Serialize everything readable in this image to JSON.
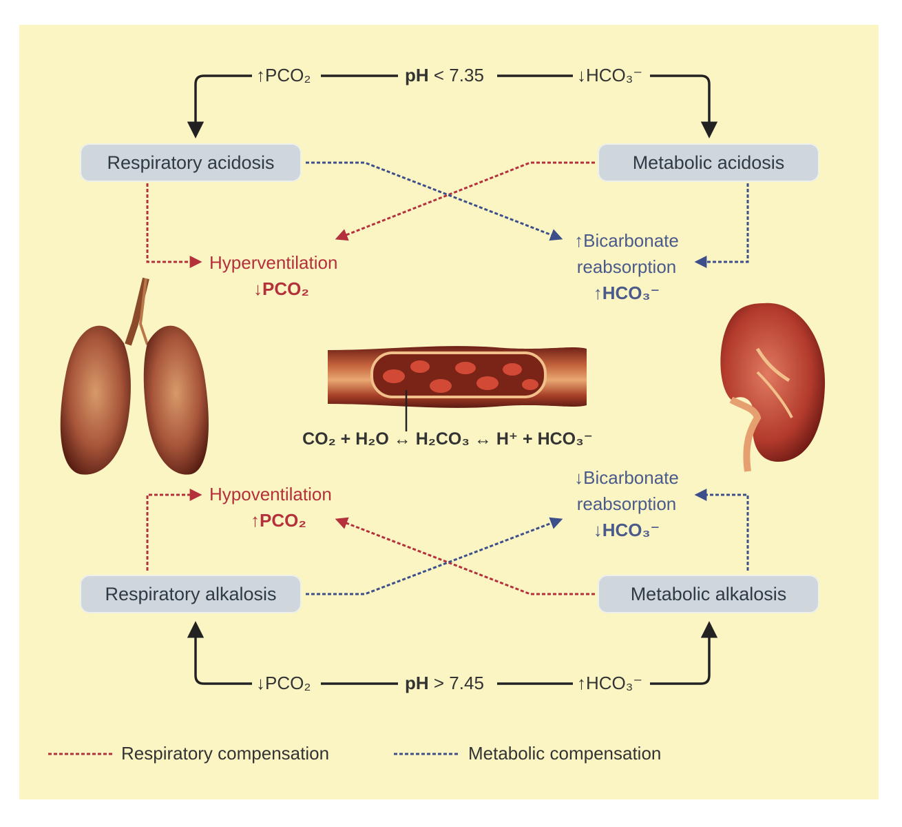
{
  "top_bar": {
    "left": "↑PCO₂",
    "center_bold": "pH",
    "center_rest": " < 7.35",
    "right": "↓HCO₃⁻"
  },
  "bottom_bar": {
    "left": "↓PCO₂",
    "center_bold": "pH",
    "center_rest": " > 7.45",
    "right": "↑HCO₃⁻"
  },
  "boxes": {
    "resp_acidosis": "Respiratory acidosis",
    "metab_acidosis": "Metabolic acidosis",
    "resp_alkalosis": "Respiratory alkalosis",
    "metab_alkalosis": "Metabolic alkalosis"
  },
  "hyperventilation": {
    "line1": "Hyperventilation",
    "line2": "↓PCO₂"
  },
  "hypoventilation": {
    "line1": "Hypoventilation",
    "line2": "↑PCO₂"
  },
  "bicarb_up": {
    "line1": "↑Bicarbonate",
    "line2": "reabsorption",
    "line3": "↑HCO₃⁻"
  },
  "bicarb_down": {
    "line1": "↓Bicarbonate",
    "line2": "reabsorption",
    "line3": "↓HCO₃⁻"
  },
  "equation": "CO₂ + H₂O ↔ H₂CO₃ ↔ H⁺ + HCO₃⁻",
  "legend": {
    "respiratory": "Respiratory compensation",
    "metabolic": "Metabolic compensation"
  },
  "colors": {
    "background": "#fbf5c4",
    "box": "#cfd6dc",
    "respiratory": "#b4303a",
    "metabolic": "#3d4f8a"
  },
  "icons": [
    "lungs-illustration",
    "blood-vessel-illustration",
    "kidney-illustration"
  ]
}
